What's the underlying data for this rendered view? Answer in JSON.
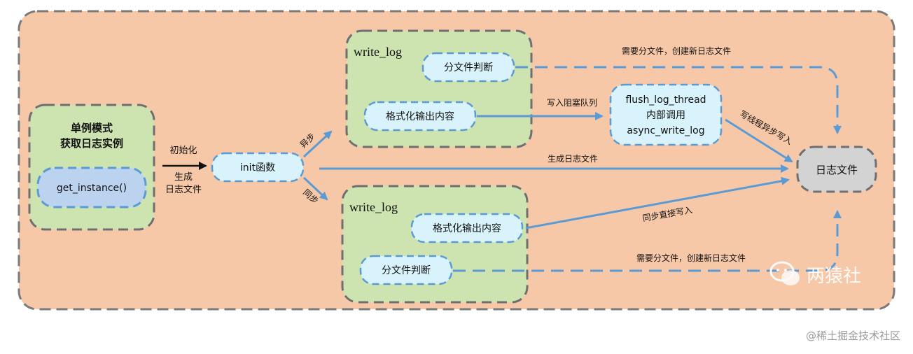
{
  "singleton": {
    "title_line1": "单例模式",
    "title_line2": "获取日志实例",
    "method": "get_instance()"
  },
  "arrow_init": {
    "label_top": "初始化",
    "label_bottom_1": "生成",
    "label_bottom_2": "日志文件"
  },
  "init_func": "init函数",
  "async_label": "异步",
  "sync_label": "同步",
  "write_log_top": {
    "title": "write_log",
    "split": "分文件判断",
    "format": "格式化输出内容"
  },
  "write_log_bottom": {
    "title": "write_log",
    "format": "格式化输出内容",
    "split": "分文件判断"
  },
  "queue_label": "写入阻塞队列",
  "flush": {
    "line1": "flush_log_thread",
    "line2": "内部调用",
    "line3": "async_write_log"
  },
  "thread_write_label": "写线程异步写入",
  "gen_log_label": "生成日志文件",
  "sync_write_label": "同步直接写入",
  "split_top_label": "需要分文件，创建新日志文件",
  "split_bottom_label": "需要分文件，创建新日志文件",
  "log_file": "日志文件",
  "brand": "两猿社",
  "watermark": "@稀土掘金技术社区",
  "colors": {
    "background_panel": "#f7c8a8",
    "group_fill": "#cde3b0",
    "pill_fill": "#d8f3fb",
    "log_file_fill": "#d3d3d3",
    "arrow_blue": "#5b9bd5",
    "dash_border": "#666666"
  }
}
